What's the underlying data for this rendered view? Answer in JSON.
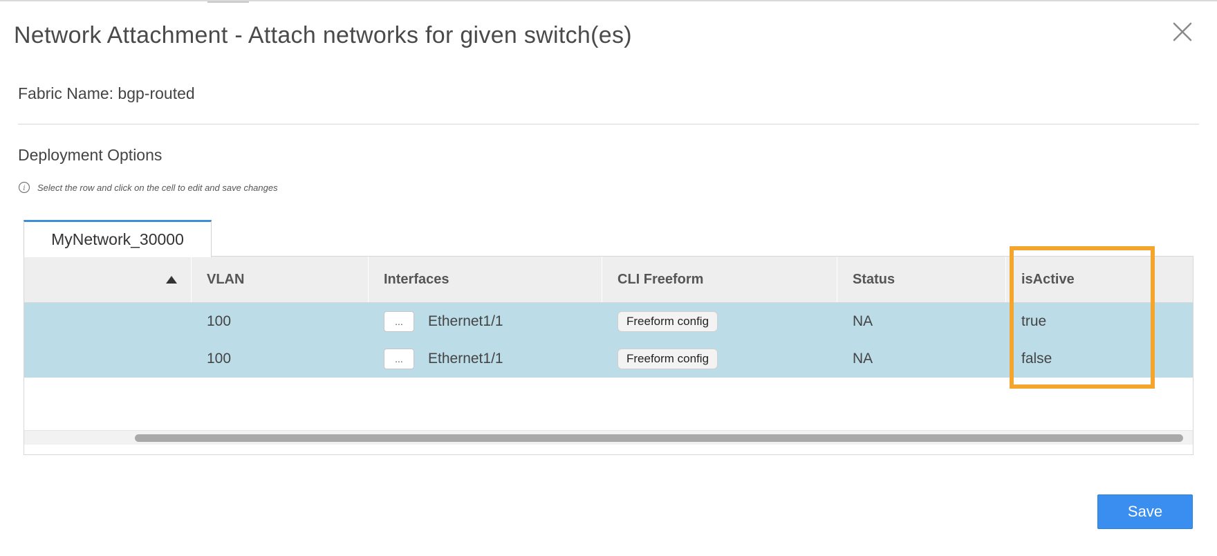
{
  "modal": {
    "title": "Network Attachment - Attach networks for given switch(es)",
    "fabric_label": "Fabric Name: bgp-routed",
    "section_title": "Deployment Options",
    "info_text": "Select the row and click on the cell to edit and save changes",
    "close_icon": "close-icon",
    "info_icon": "info-icon"
  },
  "tabs": [
    {
      "label": "MyNetwork_30000",
      "active": true
    }
  ],
  "grid": {
    "columns": [
      "",
      "VLAN",
      "Interfaces",
      "CLI Freeform",
      "Status",
      "isActive"
    ],
    "rows": [
      {
        "vlan": "100",
        "interface_button": "...",
        "interface": "Ethernet1/1",
        "cli": "Freeform config",
        "status": "NA",
        "is_active": "true"
      },
      {
        "vlan": "100",
        "interface_button": "...",
        "interface": "Ethernet1/1",
        "cli": "Freeform config",
        "status": "NA",
        "is_active": "false"
      }
    ],
    "selected_row_color": "#bcdce8",
    "sort_icon": "sort-ascending-icon"
  },
  "highlight_color": "#f4a52e",
  "footer": {
    "save_label": "Save",
    "save_color": "#3a8ef0"
  }
}
